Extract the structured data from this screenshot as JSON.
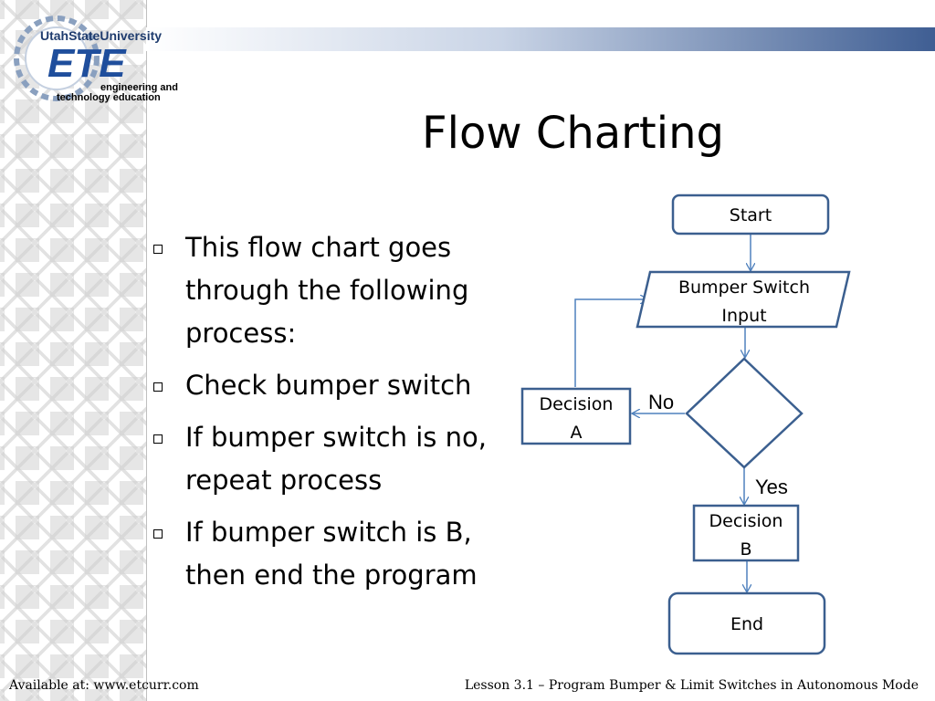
{
  "logo": {
    "university": "UtahStateUniversity",
    "program": "ETE",
    "tagline_line1": "engineering and",
    "tagline_line2": "technology education"
  },
  "title": "Flow Charting",
  "bullets": [
    "This flow chart goes through the following process:",
    "Check bumper switch",
    "If bumper switch is no, repeat process",
    "If bumper switch is B, then end the program"
  ],
  "flowchart": {
    "start": "Start",
    "input_line1": "Bumper Switch",
    "input_line2": "Input",
    "decision_a_line1": "Decision",
    "decision_a_line2": "A",
    "decision_b_line1": "Decision",
    "decision_b_line2": "B",
    "end": "End",
    "no_label": "No",
    "yes_label": "Yes",
    "stroke_color": "#3b5f8f",
    "arrow_color": "#4f81bd"
  },
  "footer": {
    "left": "Available at:  www.etcurr.com",
    "right": "Lesson 3.1 – Program Bumper & Limit Switches in Autonomous Mode"
  }
}
